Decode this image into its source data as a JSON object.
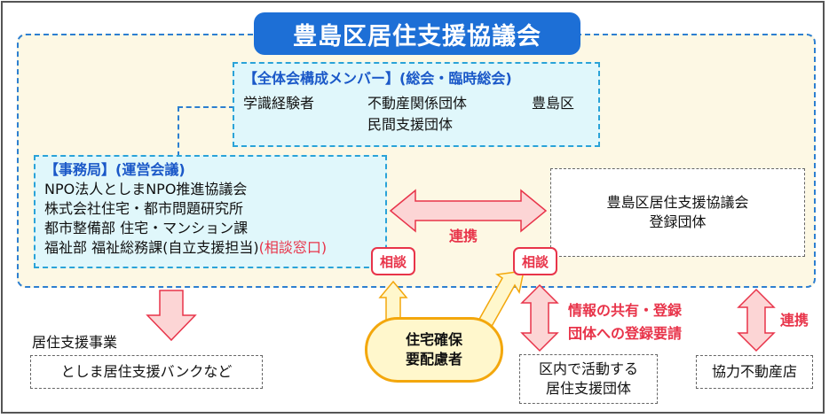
{
  "title": "豊島区居住支援協議会",
  "members": {
    "heading": "【全体会構成メンバー】(総会・臨時総会)",
    "items": [
      "学識経験者",
      "不動産関係団体",
      "豊島区",
      "民間支援団体"
    ]
  },
  "secretariat": {
    "heading": "【事務局】(運営会議)",
    "lines": [
      "NPO法人としまNPO推進協議会",
      "株式会社住宅・都市問題研究所",
      "都市整備部 住宅・マンション課",
      "福祉部 福祉総務課(自立支援担当)"
    ],
    "consult_window": "(相談窓口)"
  },
  "registered": {
    "line1": "豊島区居住支援協議会",
    "line2": "登録団体"
  },
  "labels": {
    "cooperation_top": "連携",
    "consult": "相談",
    "info_share_line1": "情報の共有・登録",
    "info_share_line2": "団体への登録要請",
    "cooperation_right": "連携",
    "housing_support_project": "居住支援事業"
  },
  "bottom": {
    "bank": "としま居住支援バンクなど",
    "target_line1": "住宅確保",
    "target_line2": "要配慮者",
    "local_groups_line1": "区内で活動する",
    "local_groups_line2": "居住支援団体",
    "partner_realestate": "協力不動産店"
  },
  "colors": {
    "title_bg": "#1d6fd6",
    "council_bg": "#fdf8e4",
    "box_bg": "#e0f7fb",
    "accent_red": "#e8344a",
    "arrow_pink": "#fcd5d5",
    "target_yellow": "#fff7cc",
    "target_border": "#f3a70c"
  }
}
